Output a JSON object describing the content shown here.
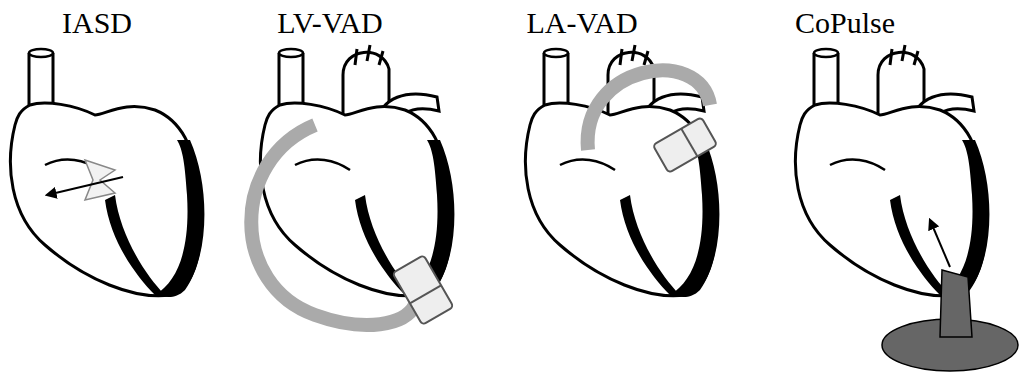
{
  "diagram": {
    "labels": [
      "IASD",
      "LV-VAD",
      "LA-VAD",
      "CoPulse"
    ]
  }
}
